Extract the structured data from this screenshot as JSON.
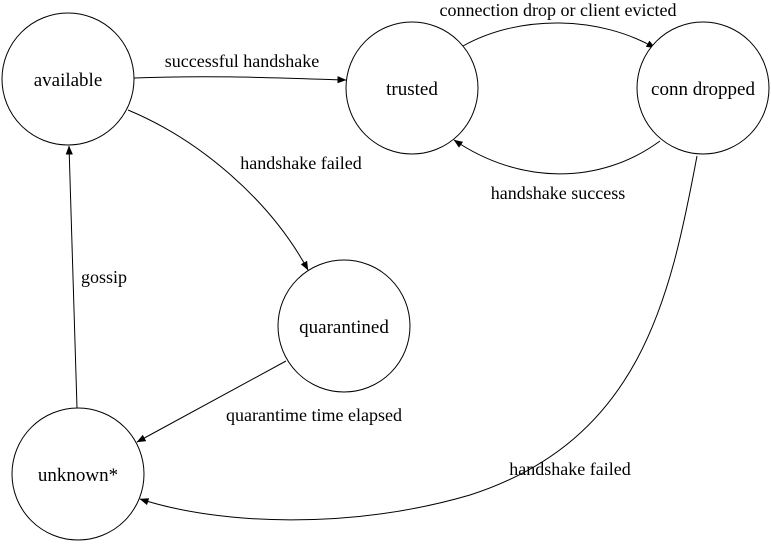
{
  "diagram": {
    "states": [
      {
        "id": "available",
        "label": "available"
      },
      {
        "id": "trusted",
        "label": "trusted"
      },
      {
        "id": "conn_dropped",
        "label": "conn dropped"
      },
      {
        "id": "quarantined",
        "label": "quarantined"
      },
      {
        "id": "unknown",
        "label": "unknown*"
      }
    ],
    "transitions": [
      {
        "from": "available",
        "to": "trusted",
        "label": "successful handshake"
      },
      {
        "from": "trusted",
        "to": "conn_dropped",
        "label": "connection drop or client evicted"
      },
      {
        "from": "conn_dropped",
        "to": "trusted",
        "label": "handshake success"
      },
      {
        "from": "available",
        "to": "quarantined",
        "label": "handshake failed"
      },
      {
        "from": "unknown",
        "to": "available",
        "label": "gossip"
      },
      {
        "from": "quarantined",
        "to": "unknown",
        "label": "quarantime time elapsed"
      },
      {
        "from": "conn_dropped",
        "to": "unknown",
        "label": "handshake failed"
      }
    ]
  }
}
